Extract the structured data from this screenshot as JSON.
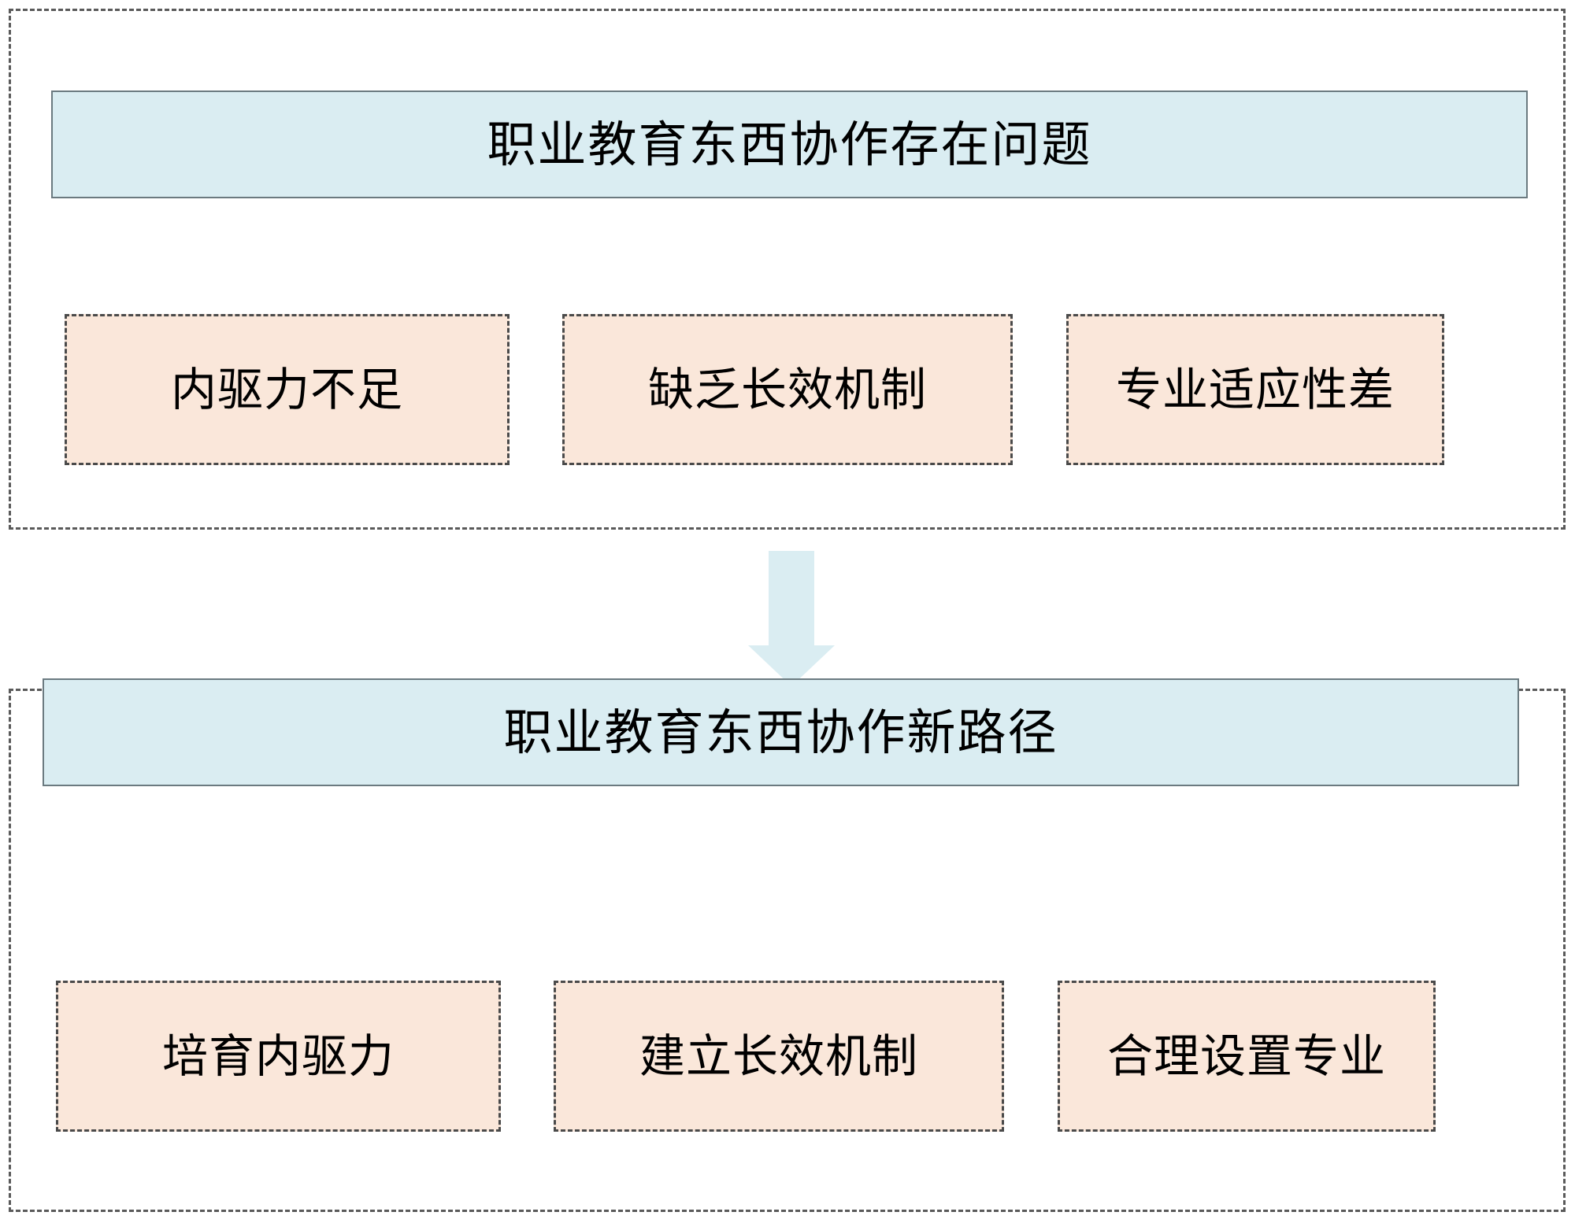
{
  "diagram": {
    "type": "flow",
    "orientation": "vertical",
    "colors": {
      "banner_fill": "#daedf2",
      "banner_border": "#6b7a80",
      "item_fill": "#fae7da",
      "item_border": "#4a4a4a",
      "section_border": "#5a5a5a",
      "arrow_fill": "#daedf2",
      "text": "#000000",
      "background": "#ffffff"
    },
    "sections": [
      {
        "id": "problems",
        "banner": "职业教育东西协作存在问题",
        "items": [
          {
            "label": "内驱力不足"
          },
          {
            "label": "缺乏长效机制"
          },
          {
            "label": "专业适应性差"
          }
        ]
      },
      {
        "id": "paths",
        "banner": "职业教育东西协作新路径",
        "items": [
          {
            "label": "培育内驱力"
          },
          {
            "label": "建立长效机制"
          },
          {
            "label": "合理设置专业"
          }
        ]
      }
    ],
    "connector": {
      "icon": "down-arrow-icon",
      "from": "problems",
      "to": "paths"
    }
  }
}
